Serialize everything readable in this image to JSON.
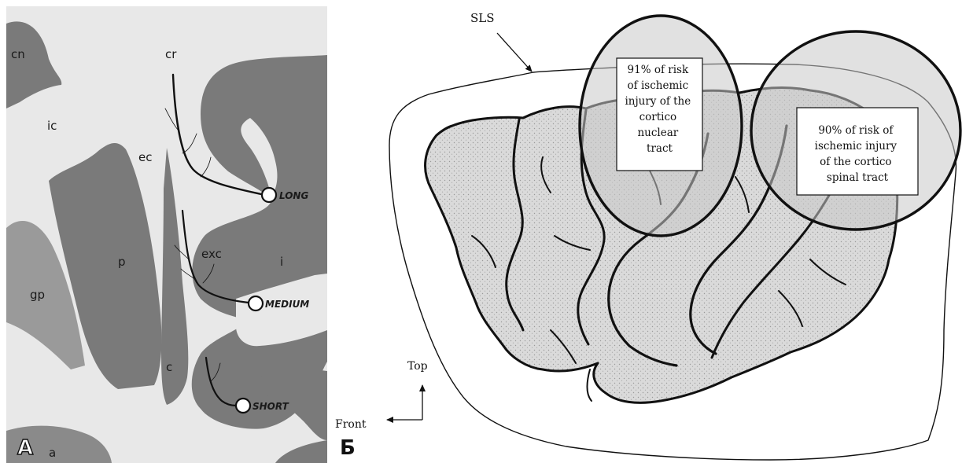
{
  "panel_a": {
    "letter": "А",
    "labels": {
      "cn": "cn",
      "ic": "ic",
      "ec": "ec",
      "cr": "cr",
      "p": "p",
      "gp": "gp",
      "exc": "exc",
      "i": "i",
      "c": "c",
      "a": "a"
    },
    "vessels": {
      "long": "LONG",
      "medium": "MEDIUM",
      "short": "SHORT"
    }
  },
  "panel_b": {
    "letter": "Б",
    "sls_label": "SLS",
    "box_nuclear": [
      "91% of risk",
      "of ischemic",
      "injury of the",
      "cortico",
      "nuclear",
      "tract"
    ],
    "box_spinal": [
      "90% of risk of",
      "ischemic injury",
      "of the cortico",
      "spinal tract"
    ],
    "axis": {
      "top": "Top",
      "front": "Front"
    }
  },
  "colors": {
    "panel_a_bg": "#e6e6e6",
    "grey_matter": "#7d7d7d",
    "gyri_fill": "#dcdcdc",
    "circle_fill": "#cfcfcf",
    "stroke": "#111111"
  }
}
